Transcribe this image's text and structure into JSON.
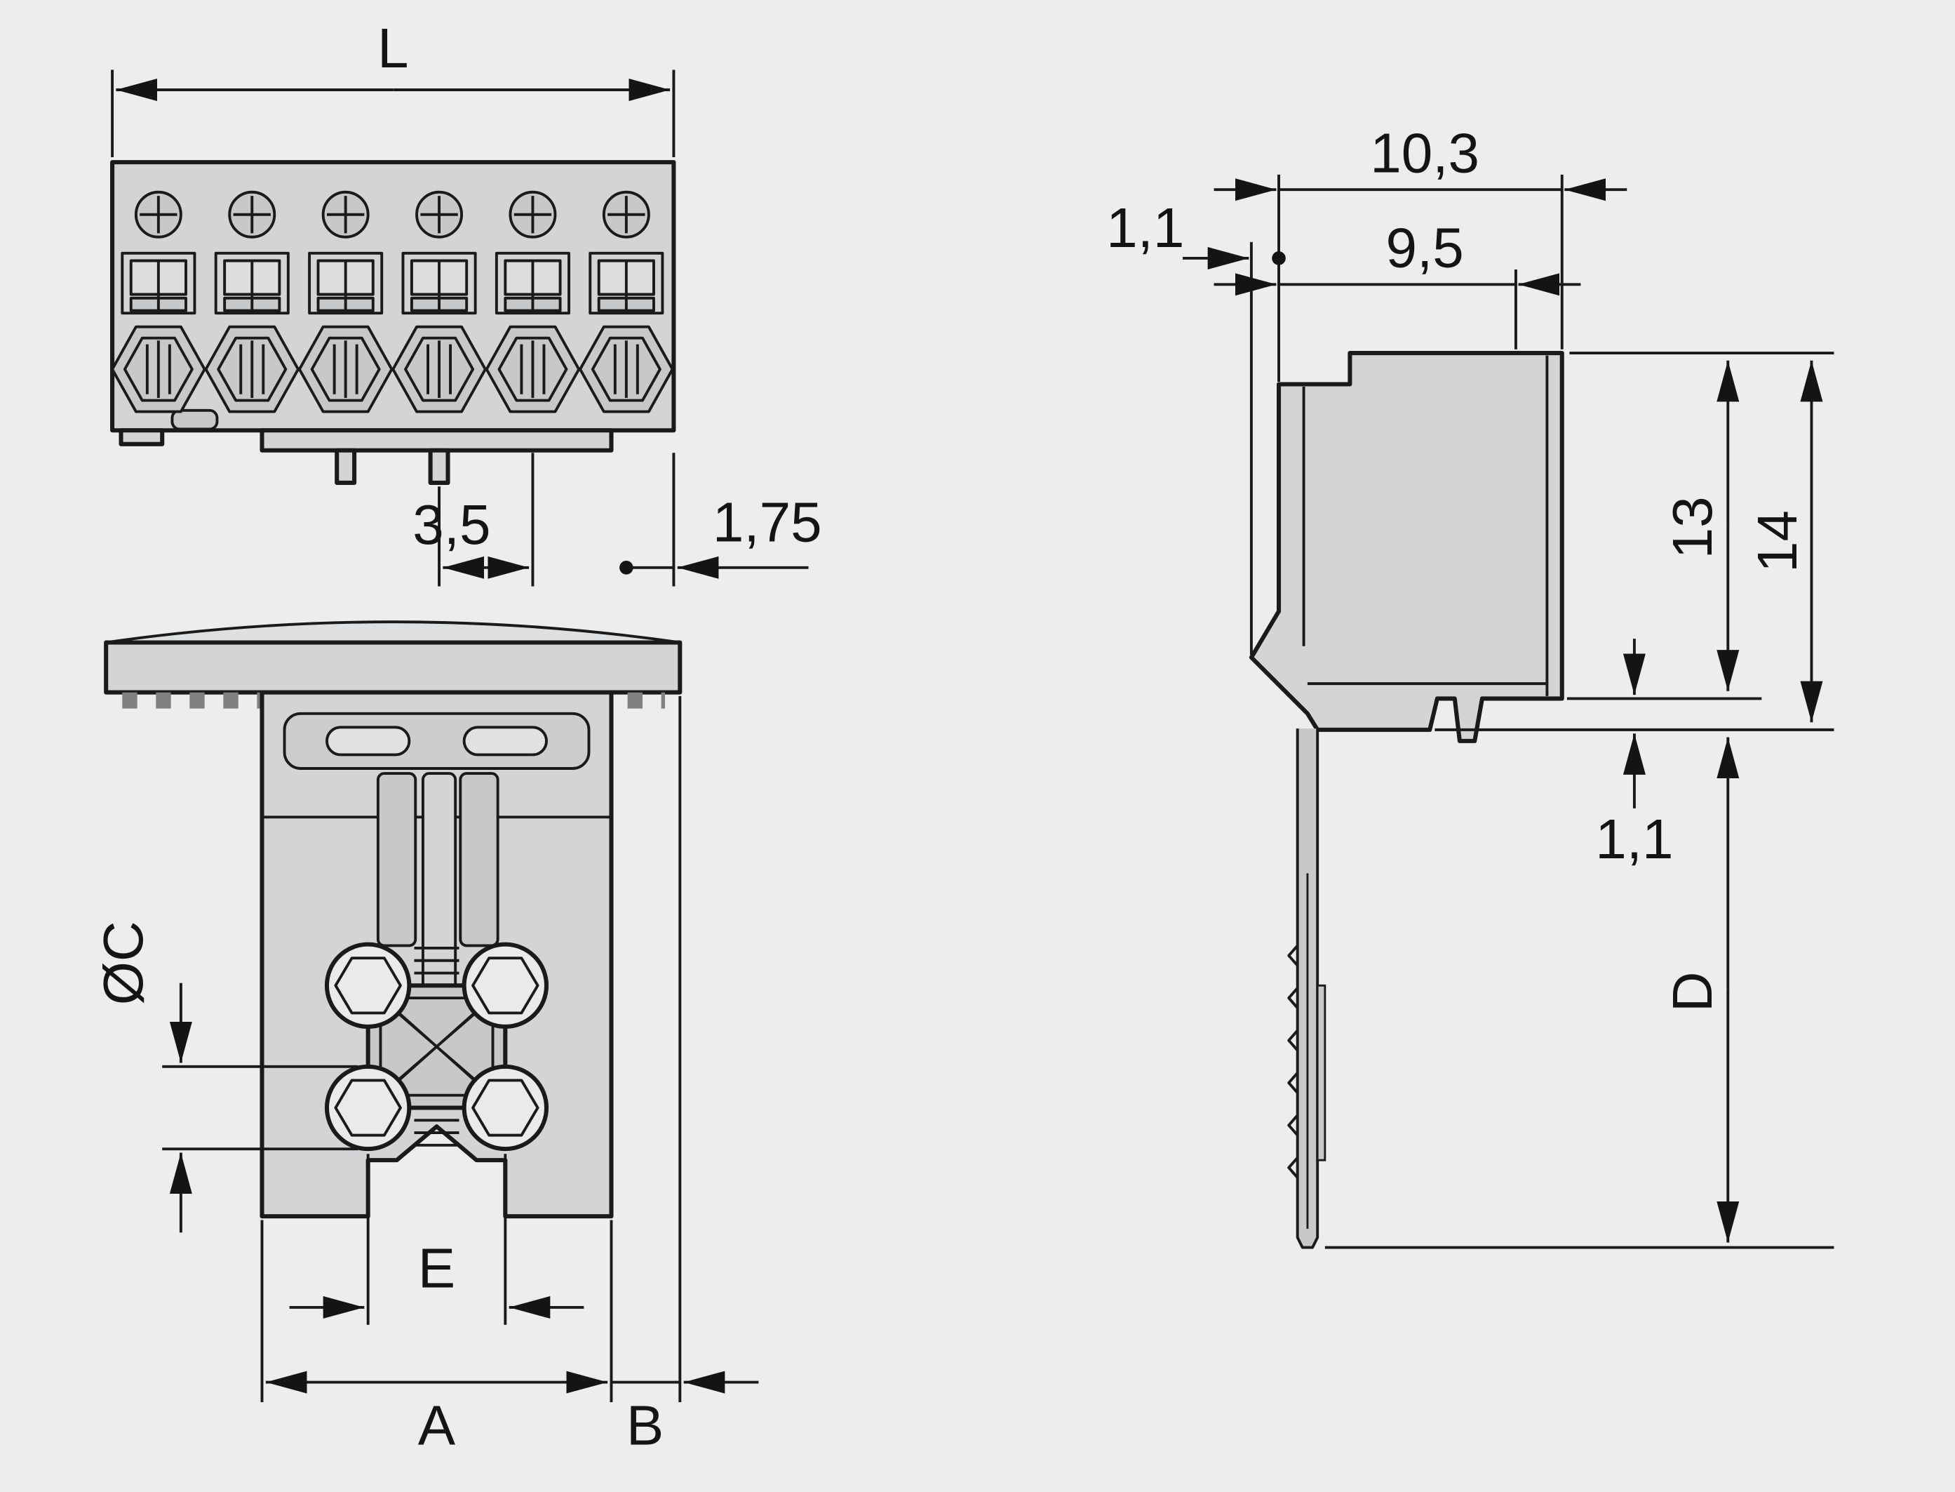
{
  "colors": {
    "background": "#ededee",
    "outline": "#1a1a1a",
    "part_fill": "#d2d4d5"
  },
  "front_view": {
    "dim_overall_width": "L",
    "dim_pitch": "3,5",
    "dim_edge_offset": "1,75"
  },
  "bottom_view": {
    "dim_boss_diameter": "ØC",
    "dim_center_spacing": "E",
    "dim_body_width": "A",
    "dim_flange_overhang": "B"
  },
  "side_view": {
    "dim_funnel_protrusion": "1,1",
    "dim_depth_outer": "10,3",
    "dim_depth_inner": "9,5",
    "dim_housing_height": "13",
    "dim_overall_height": "14",
    "dim_foot_step": "1,1",
    "dim_pin_length": "D"
  }
}
